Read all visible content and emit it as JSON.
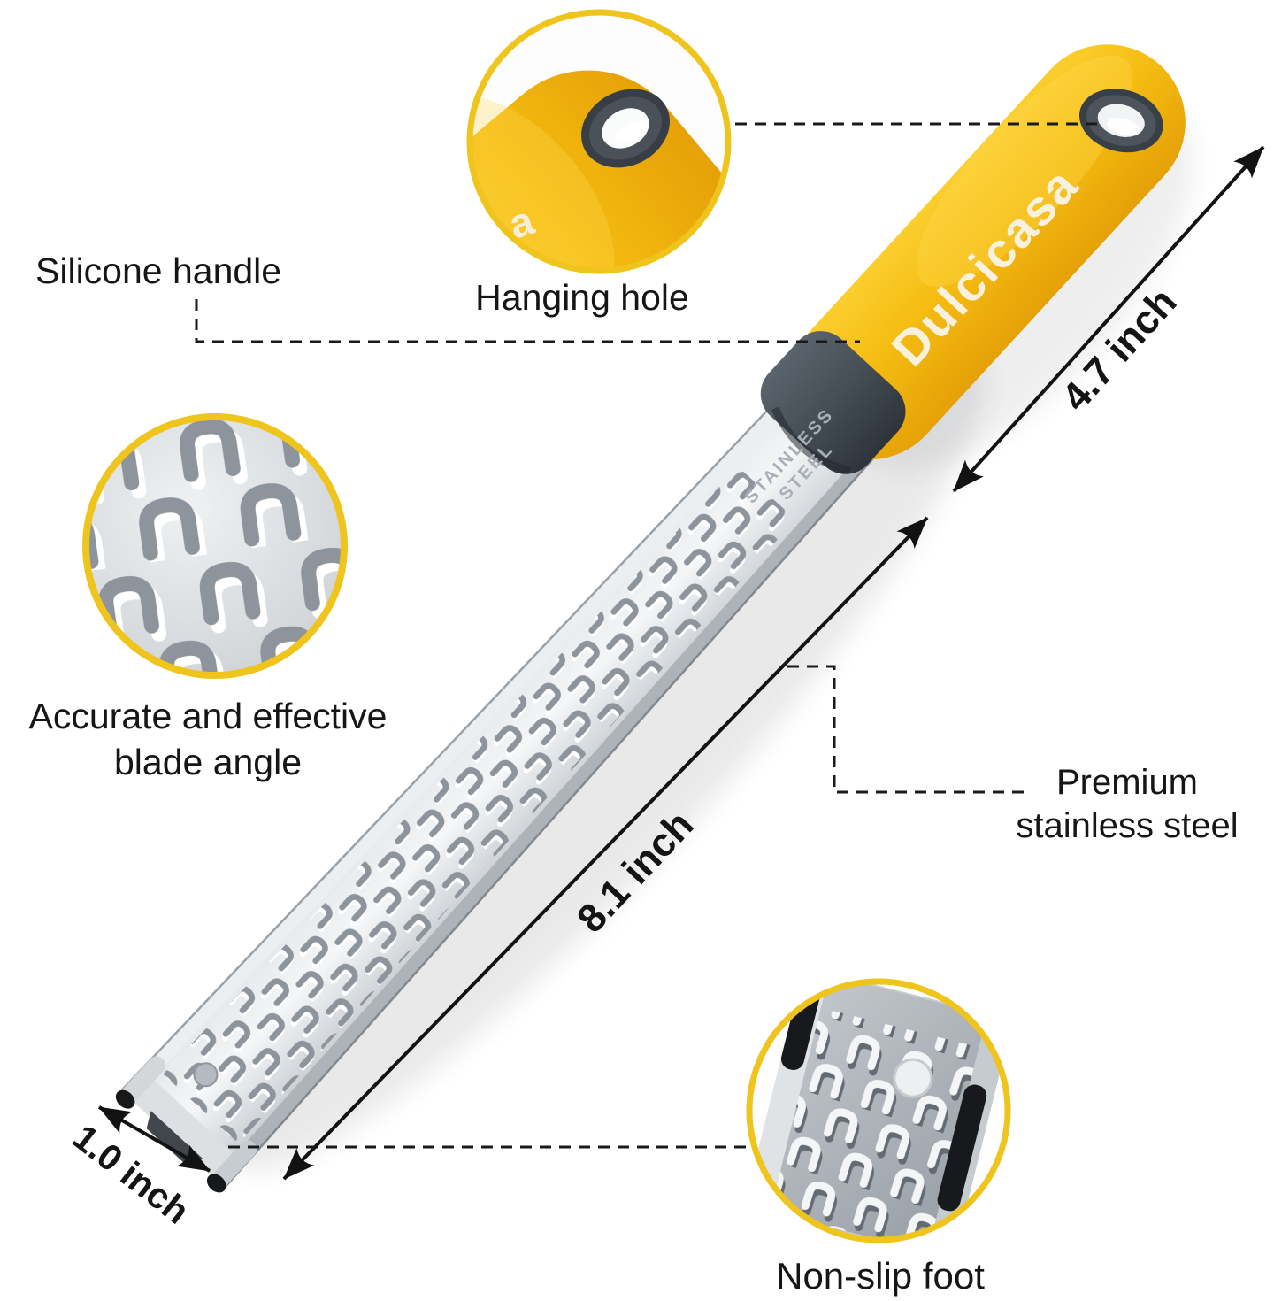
{
  "title": "Zester grater product infographic",
  "brand": "Dulcicasa",
  "blade_stamp": {
    "line1": "STAINLESS",
    "line2": "STEEL"
  },
  "inset_logo_letter": "a",
  "labels": {
    "silicone_handle": "Silicone handle",
    "hanging_hole": "Hanging hole",
    "blade_angle_line1": "Accurate and effective",
    "blade_angle_line2": "blade angle",
    "premium_line1": "Premium",
    "premium_line2": "stainless steel",
    "non_slip_foot": "Non-slip foot"
  },
  "dimensions": {
    "handle_length": "4.7 inch",
    "blade_length": "8.1 inch",
    "blade_width": "1.0 inch"
  },
  "colors": {
    "handle_yellow": "#F4BB10",
    "inset_ring_yellow": "#EFC41C",
    "collar_gray": "#4A525A",
    "blade_silver": "#D9DDE0",
    "label_black": "#161616"
  }
}
